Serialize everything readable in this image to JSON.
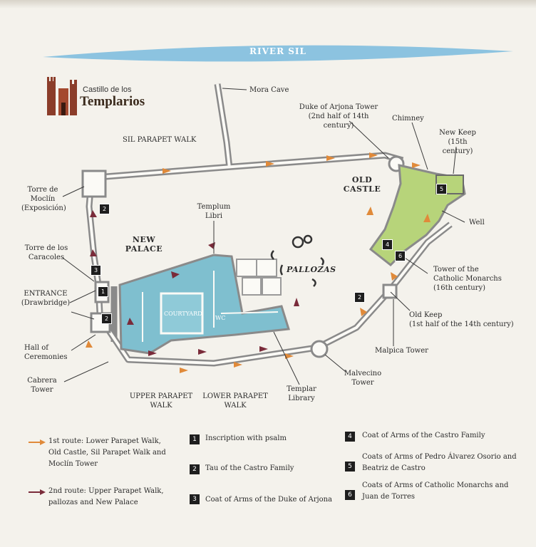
{
  "river_label": "RIVER SIL",
  "logo": {
    "line1": "Castillo de los",
    "line2": "Templarios"
  },
  "labels": {
    "mora_cave": "Mora Cave",
    "duke_tower_1": "Duke of Arjona Tower",
    "duke_tower_2": "(2nd half of 14th century)",
    "chimney": "Chimney",
    "new_keep_1": "New Keep",
    "new_keep_2": "(15th century)",
    "sil_parapet": "SIL PARAPET WALK",
    "old_castle_1": "OLD",
    "old_castle_2": "CASTLE",
    "torre_moclin_1": "Torre de",
    "torre_moclin_2": "Moclín",
    "torre_moclin_3": "(Exposición)",
    "templum_1": "Templum",
    "templum_2": "Libri",
    "well": "Well",
    "new_palace_1": "NEW",
    "new_palace_2": "PALACE",
    "torre_caracoles_1": "Torre de los",
    "torre_caracoles_2": "Caracoles",
    "pallozas": "PALLOZAS",
    "tower_catholic_1": "Tower of the",
    "tower_catholic_2": "Catholic Monarchs",
    "tower_catholic_3": "(16th century)",
    "entrance_1": "ENTRANCE",
    "entrance_2": "(Drawbridge)",
    "courtyard": "COURTYARD",
    "wc": "WC",
    "old_keep_1": "Old Keep",
    "old_keep_2": "(1st half of the 14th century)",
    "hall_1": "Hall of",
    "hall_2": "Ceremonies",
    "malpica": "Malpica Tower",
    "cabrera_1": "Cabrera",
    "cabrera_2": "Tower",
    "malvecino_1": "Malvecino",
    "malvecino_2": "Tower",
    "upper_parapet_1": "UPPER PARAPET",
    "upper_parapet_2": "WALK",
    "lower_parapet_1": "LOWER PARAPET",
    "lower_parapet_2": "WALK",
    "templar_lib_1": "Templar",
    "templar_lib_2": "Library"
  },
  "routes": [
    {
      "lines": [
        "1st route: Lower Parapet Walk,",
        "Old Castle, Sil Parapet Walk and",
        "Moclín Tower"
      ],
      "color": "#e08a3a"
    },
    {
      "lines": [
        "2nd route: Upper Parapet Walk,",
        "pallozas and New Palace"
      ],
      "color": "#7a2b3a"
    }
  ],
  "legend_items": [
    {
      "num": "1",
      "lines": [
        "Inscription with psalm"
      ]
    },
    {
      "num": "2",
      "lines": [
        "Tau of the Castro Family"
      ]
    },
    {
      "num": "3",
      "lines": [
        "Coat of Arms of the Duke of Arjona"
      ]
    },
    {
      "num": "4",
      "lines": [
        "Coat of Arms of the Castro Family"
      ]
    },
    {
      "num": "5",
      "lines": [
        "Coats of Arms of Pedro Álvarez Osorio and",
        "Beatriz de Castro"
      ]
    },
    {
      "num": "6",
      "lines": [
        "Coats of Arms of Catholic Monarchs and",
        "Juan de Torres"
      ]
    }
  ],
  "map_badges": [
    "2",
    "3",
    "1",
    "2",
    "2",
    "4",
    "6",
    "5"
  ],
  "colors": {
    "river": "#8cc3e0",
    "palace": "#7fbfcf",
    "old_castle": "#b7d47a",
    "route1": "#e08a3a",
    "route2": "#7a2b3a",
    "wall": "#8a8a8a"
  }
}
